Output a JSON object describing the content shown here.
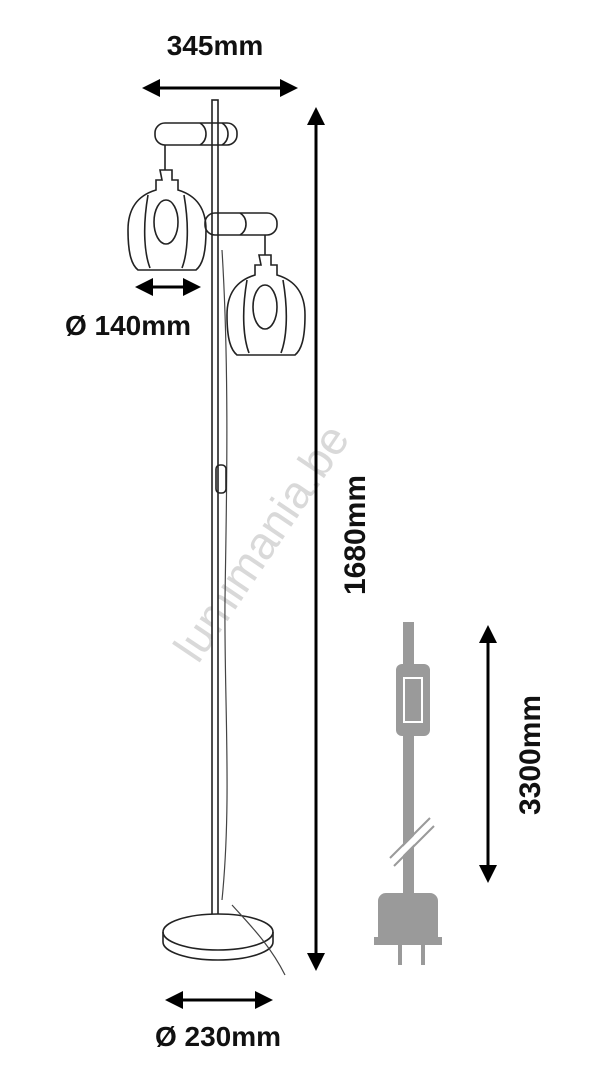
{
  "dimensions": {
    "width": "345mm",
    "height": "1680mm",
    "shade_diameter": "Ø 140mm",
    "base_diameter": "Ø 230mm",
    "cord_length": "3300mm"
  },
  "watermark": "lumimania.be",
  "colors": {
    "line": "#111111",
    "cord": "#9a9a9a",
    "watermark": "#d9d9d9"
  }
}
